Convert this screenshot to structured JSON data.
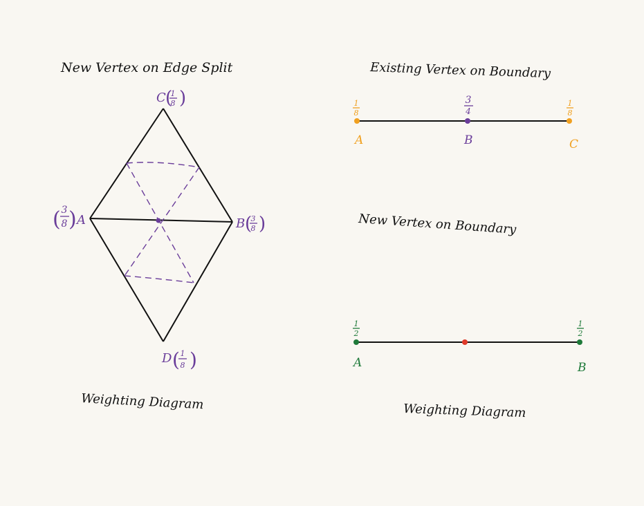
{
  "colors": {
    "ink": "#111111",
    "purple": "#6a3d9a",
    "orange": "#f0a020",
    "green": "#1f7a3a",
    "red": "#e03a2a",
    "paper": "#f9f7f2"
  },
  "left_panel": {
    "title": "New Vertex on Edge Split",
    "caption": "Weighting Diagram",
    "vertices": {
      "C": {
        "label": "C",
        "weight_num": "1",
        "weight_den": "8"
      },
      "A": {
        "label": "A",
        "weight_num": "3",
        "weight_den": "8"
      },
      "B": {
        "label": "B",
        "weight_num": "3",
        "weight_den": "8"
      },
      "D": {
        "label": "D",
        "weight_num": "1",
        "weight_den": "8"
      }
    }
  },
  "right_top": {
    "title": "Existing Vertex on Boundary",
    "points": [
      {
        "label": "A",
        "weight_num": "1",
        "weight_den": "8",
        "color": "orange"
      },
      {
        "label": "B",
        "weight_num": "3",
        "weight_den": "4",
        "color": "purple"
      },
      {
        "label": "C",
        "weight_num": "1",
        "weight_den": "8",
        "color": "orange"
      }
    ]
  },
  "right_bottom": {
    "title": "New Vertex on Boundary",
    "caption": "Weighting Diagram",
    "points": [
      {
        "label": "A",
        "weight_num": "1",
        "weight_den": "2",
        "color": "green"
      },
      {
        "label": "B",
        "weight_num": "1",
        "weight_den": "2",
        "color": "green"
      }
    ]
  }
}
